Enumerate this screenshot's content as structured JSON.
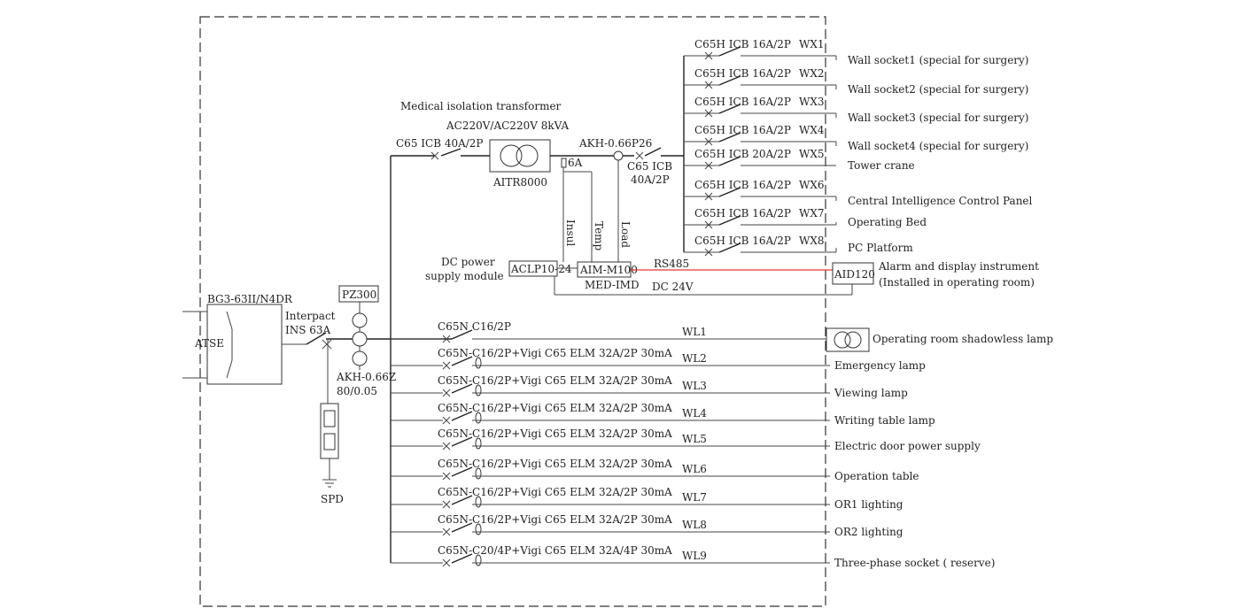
{
  "colors": {
    "line": "#444444",
    "rs485": "#e53935",
    "text": "#222222",
    "background": "#ffffff"
  },
  "incoming": {
    "atse_model": "BG3-63II/N4DR",
    "atse_label": "ATSE",
    "switch_label": "Interpact",
    "switch_rating": "INS 63A",
    "meter_label": "PZ300",
    "ct_model": "AKH-0.66Z",
    "ct_ratio": "80/0.05",
    "spd_label": "SPD"
  },
  "it_system": {
    "transformer_title": "Medical isolation transformer",
    "transformer_spec": "AC220V/AC220V 8kVA",
    "transformer_model": "AITR8000",
    "input_breaker": "C65 ICB 40A/2P",
    "fuse": "6A",
    "ct_model": "AKH-0.66P26",
    "output_breaker_1": "C65 ICB",
    "output_breaker_2": "40A/2P",
    "insul": "Insul",
    "temp": "Temp",
    "load": "Load",
    "dc_module_1": "DC power",
    "dc_module_2": "supply module",
    "aclp": "ACLP10-24",
    "aim": "AIM-M100",
    "med_imd": "MED-IMD",
    "rs485": "RS485",
    "dc24": "DC 24V",
    "aid": "AID120",
    "alarm_1": "Alarm and display instrument",
    "alarm_2": "(Installed in operating room)"
  },
  "wx_circuits": [
    {
      "breaker": "C65H ICB 16A/2P",
      "id": "WX1",
      "load": "Wall socket1 (special for surgery)"
    },
    {
      "breaker": "C65H ICB 16A/2P",
      "id": "WX2",
      "load": "Wall socket2 (special for surgery)"
    },
    {
      "breaker": "C65H ICB 16A/2P",
      "id": "WX3",
      "load": "Wall socket3 (special for surgery)"
    },
    {
      "breaker": "C65H ICB 16A/2P",
      "id": "WX4",
      "load": "Wall socket4 (special for surgery)"
    },
    {
      "breaker": "C65H ICB 20A/2P",
      "id": "WX5",
      "load": "Tower crane"
    },
    {
      "breaker": "C65H ICB 16A/2P",
      "id": "WX6",
      "load": "Central Intelligence Control Panel"
    },
    {
      "breaker": "C65H ICB 16A/2P",
      "id": "WX7",
      "load": "Operating Bed"
    },
    {
      "breaker": "C65H ICB 16A/2P",
      "id": "WX8",
      "load": "PC Platform"
    }
  ],
  "wl_circuits": [
    {
      "breaker": "C65N C16/2P",
      "id": "WL1",
      "load": "Operating room shadowless lamp"
    },
    {
      "breaker": "C65N-C16/2P+Vigi C65 ELM 32A/2P 30mA",
      "id": "WL2",
      "load": "Emergency lamp"
    },
    {
      "breaker": "C65N-C16/2P+Vigi C65 ELM 32A/2P 30mA",
      "id": "WL3",
      "load": "Viewing lamp"
    },
    {
      "breaker": "C65N-C16/2P+Vigi C65 ELM 32A/2P 30mA",
      "id": "WL4",
      "load": "Writing table lamp"
    },
    {
      "breaker": "C65N-C16/2P+Vigi C65 ELM 32A/2P 30mA",
      "id": "WL5",
      "load": "Electric door power supply"
    },
    {
      "breaker": "C65N-C16/2P+Vigi C65 ELM 32A/2P 30mA",
      "id": "WL6",
      "load": "Operation table"
    },
    {
      "breaker": "C65N-C16/2P+Vigi C65 ELM 32A/2P 30mA",
      "id": "WL7",
      "load": "OR1 lighting"
    },
    {
      "breaker": "C65N-C16/2P+Vigi C65 ELM 32A/2P 30mA",
      "id": "WL8",
      "load": "OR2 lighting"
    },
    {
      "breaker": "C65N-C20/4P+Vigi C65 ELM 32A/4P 30mA",
      "id": "WL9",
      "load": "Three-phase socket ( reserve)"
    }
  ]
}
